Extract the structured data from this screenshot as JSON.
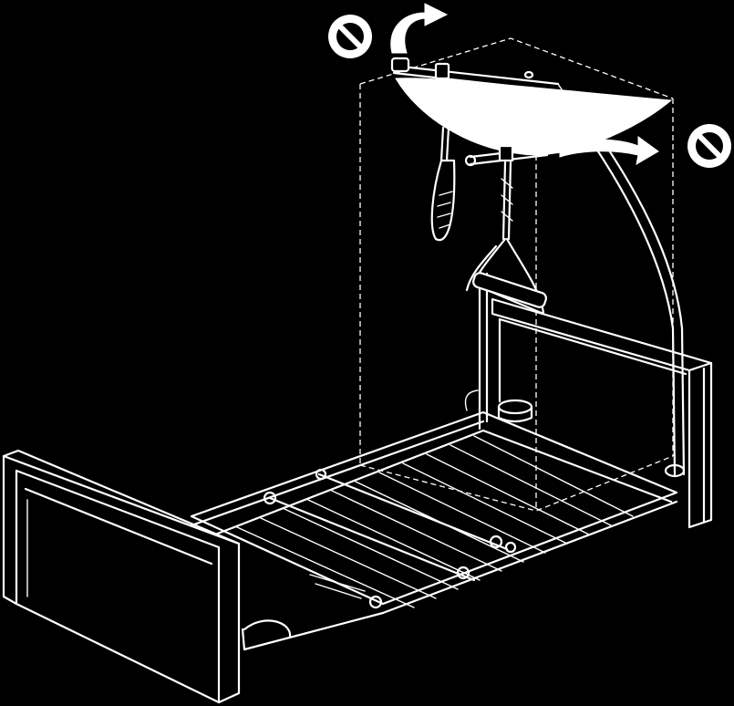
{
  "figure": {
    "subject": "bed-with-overhead-trapeze",
    "background_color": "#000000",
    "line_color": "#ffffff",
    "annotations": [
      {
        "id": "no-rotate-upward",
        "icon": "prohibition-icon"
      },
      {
        "id": "no-rotate-sideways",
        "icon": "prohibition-icon"
      }
    ],
    "arrows": [
      {
        "id": "rotation-arrow-up",
        "icon": "curved-arrow-icon"
      },
      {
        "id": "rotation-arrow-right",
        "icon": "curved-arrow-icon"
      }
    ]
  }
}
